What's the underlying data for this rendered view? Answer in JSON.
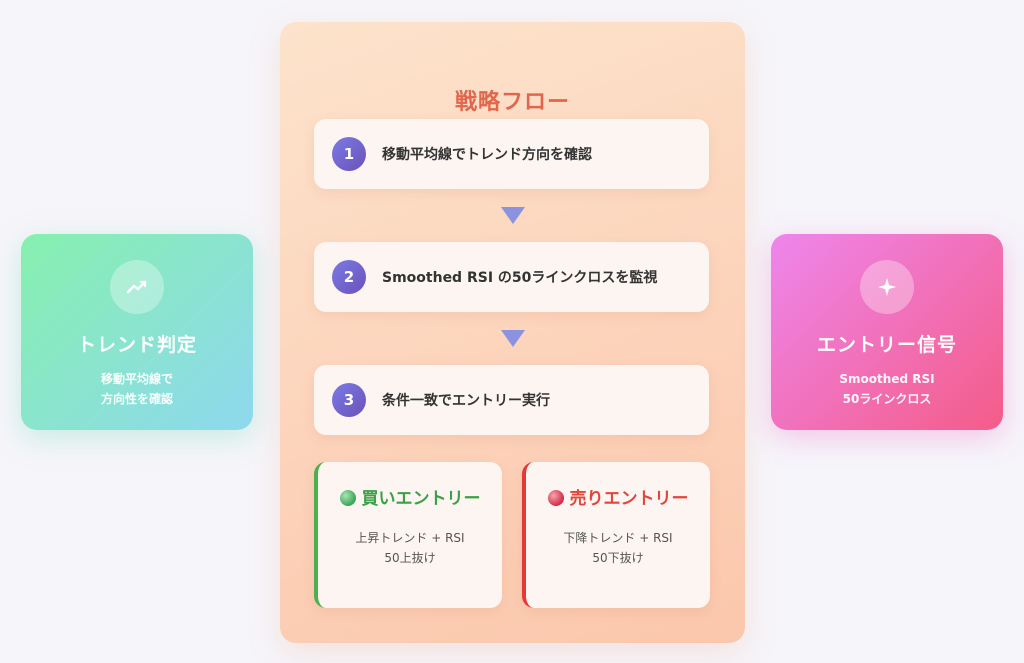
{
  "left_card": {
    "icon": "trend-line-icon",
    "title": "トレンド判定",
    "subtitle": "移動平均線で\n方向性を確認"
  },
  "right_card": {
    "icon": "sparkle-icon",
    "title": "エントリー信号",
    "subtitle": "Smoothed RSI\n50ラインクロス"
  },
  "panel": {
    "title": "戦略フロー",
    "steps": [
      {
        "num": "1",
        "text": "移動平均線でトレンド方向を確認"
      },
      {
        "num": "2",
        "text": "Smoothed RSI の50ラインクロスを監視"
      },
      {
        "num": "3",
        "text": "条件一致でエントリー実行"
      }
    ],
    "buy": {
      "title": "買いエントリー",
      "desc": "上昇トレンド + RSI\n50上抜け",
      "color": "#3ba046"
    },
    "sell": {
      "title": "売りエントリー",
      "desc": "下降トレンド + RSI\n50下抜け",
      "color": "#e0463c"
    }
  },
  "colors": {
    "accent": "#e0674d",
    "step_badge": "#6f63cf",
    "arrow": "#8b92e0"
  }
}
